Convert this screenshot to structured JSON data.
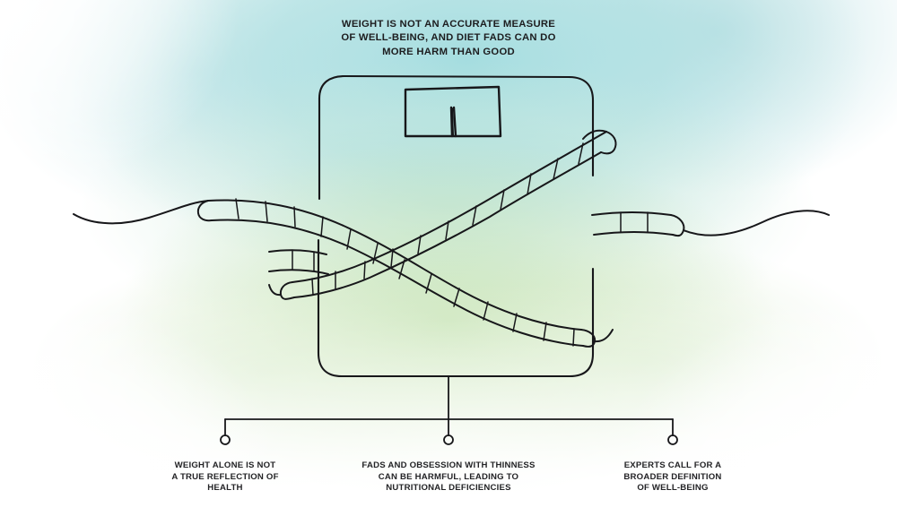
{
  "poster": {
    "headline": "WEIGHT IS NOT AN ACCURATE MEASURE\nOF WELL-BEING, AND DIET FADS CAN DO\nMORE HARM THAN GOOD",
    "subject": "bathroom-weighing-scale-wrapped-in-measuring-tape",
    "background": {
      "style": "watercolor-wash",
      "top_color": "#b0dcde",
      "bottom_color": "#d6e9c6",
      "paper_color": "#ffffff"
    },
    "ink_color": "#17171a"
  },
  "illustration": {
    "scale": {
      "label": "weighing-scale",
      "display_window": "analog-dial-window",
      "needle": "dial-needle"
    },
    "tape": {
      "label": "measuring-tape",
      "bands": 2,
      "crossing": "x-cross-over-scale"
    }
  },
  "connector": {
    "stem": "vertical-stem",
    "bar": "horizontal-bracket",
    "nodes": 3
  },
  "callouts": [
    {
      "id": "callout-1",
      "text": "WEIGHT ALONE IS NOT\nA TRUE REFLECTION OF\nHEALTH"
    },
    {
      "id": "callout-2",
      "text": "FADS AND OBSESSION WITH THINNESS\nCAN BE HARMFUL, LEADING TO\nNUTRITIONAL DEFICIENCIES"
    },
    {
      "id": "callout-3",
      "text": "EXPERTS CALL FOR A\nBROADER DEFINITION\nOF WELL-BEING"
    }
  ]
}
